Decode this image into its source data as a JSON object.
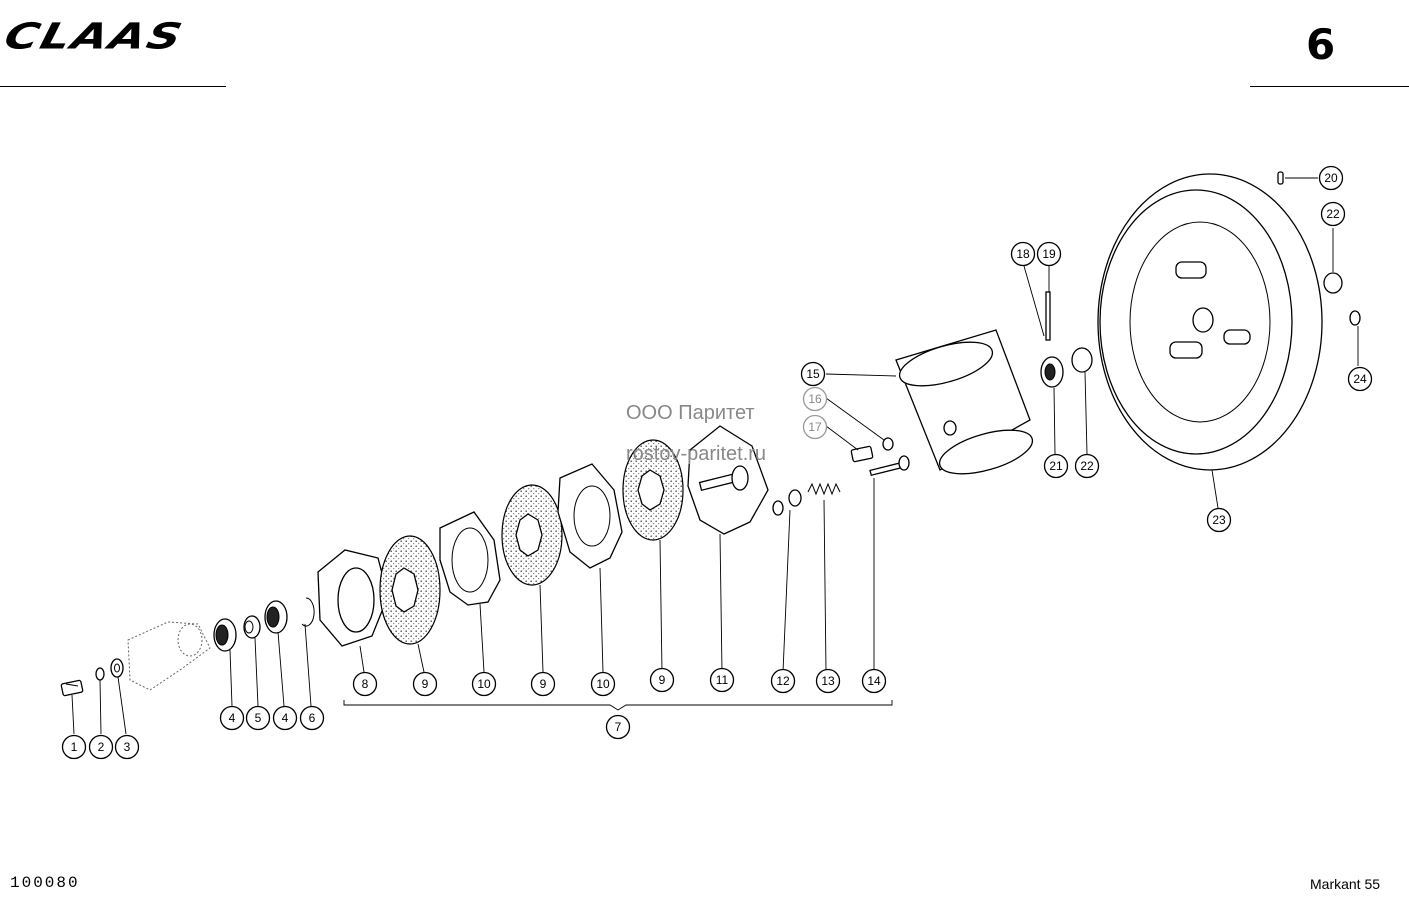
{
  "header": {
    "brand_logo": "CLAAS",
    "page_number": "6"
  },
  "footer": {
    "drawing_number": "100080",
    "model": "Markant 55"
  },
  "watermark": {
    "line1": "ООО Паритет",
    "line2": "rostov-paritet.ru"
  },
  "callouts": {
    "c1": "1",
    "c2": "2",
    "c3": "3",
    "c4a": "4",
    "c5": "5",
    "c4b": "4",
    "c6": "6",
    "c8": "8",
    "c9a": "9",
    "c10a": "10",
    "c9b": "9",
    "c10b": "10",
    "c9c": "9",
    "c11": "11",
    "c12": "12",
    "c13": "13",
    "c14": "14",
    "c7": "7",
    "c15": "15",
    "c16": "16",
    "c17": "17",
    "c18": "18",
    "c19": "19",
    "c20": "20",
    "c21": "21",
    "c22a": "22",
    "c22b": "22",
    "c23": "23",
    "c24": "24"
  }
}
